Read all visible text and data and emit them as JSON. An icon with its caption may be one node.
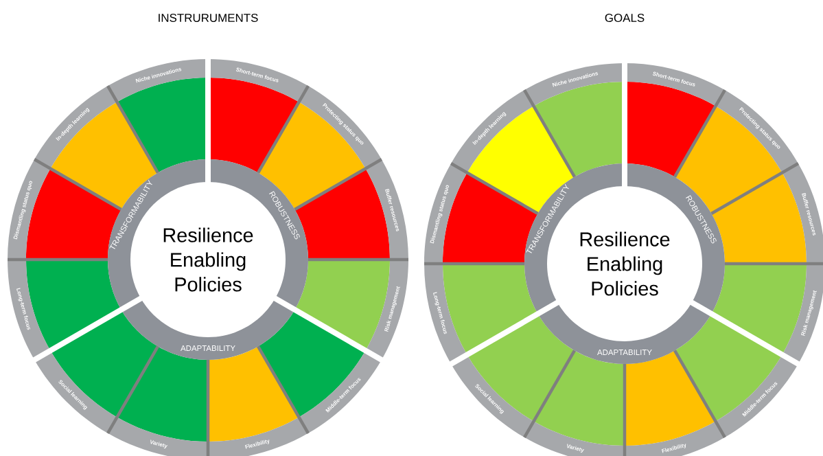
{
  "diagram": {
    "nodes": [
      {
        "text": [
          "Resilience Enabling Policies"
        ]
      },
      {
        "text": [
          "ROBUSTNESS"
        ]
      },
      {
        "text": [
          "ADAPTABILITY"
        ]
      },
      {
        "text": [
          "TRANSFORMABILITY"
        ]
      },
      {
        "text": [
          "Short-term focus"
        ]
      },
      {
        "text": [
          "Protecting status quo"
        ]
      },
      {
        "text": [
          "Buffer resources"
        ]
      },
      {
        "text": [
          "Risk management"
        ]
      },
      {
        "text": [
          "Middle-term focus"
        ]
      },
      {
        "text": [
          "Flexibility"
        ]
      },
      {
        "text": [
          "Variety"
        ]
      },
      {
        "text": [
          "Social learning"
        ]
      },
      {
        "text": [
          "Long-term focus"
        ]
      },
      {
        "text": [
          "Dismantling status quo"
        ]
      },
      {
        "text": [
          "In-depth learning"
        ]
      },
      {
        "text": [
          "Niche innovations"
        ]
      },
      {
        "text": [
          "Resilience Enabling Policies"
        ]
      },
      {
        "text": [
          "ROBUSTNESS"
        ]
      },
      {
        "text": [
          "ADAPTABILITY"
        ]
      },
      {
        "text": [
          "TRANSFORMABILITY"
        ]
      },
      {
        "text": [
          "Short-term focus"
        ]
      },
      {
        "text": [
          "Protecting status quo"
        ]
      },
      {
        "text": [
          "Buffer resources"
        ]
      },
      {
        "text": [
          "Risk management"
        ]
      },
      {
        "text": [
          "Middle-term focus"
        ]
      },
      {
        "text": [
          "Flexibility"
        ]
      },
      {
        "text": [
          "Variety"
        ]
      },
      {
        "text": [
          "Social learning"
        ]
      },
      {
        "text": [
          "Long-term focus"
        ]
      },
      {
        "text": [
          "Dismantling status quo"
        ]
      },
      {
        "text": [
          "In-depth learning"
        ]
      },
      {
        "text": [
          "Niche innovations"
        ]
      }
    ],
    "labels": [
      "INSTRURUMENTS",
      "GOALS"
    ]
  }
}
